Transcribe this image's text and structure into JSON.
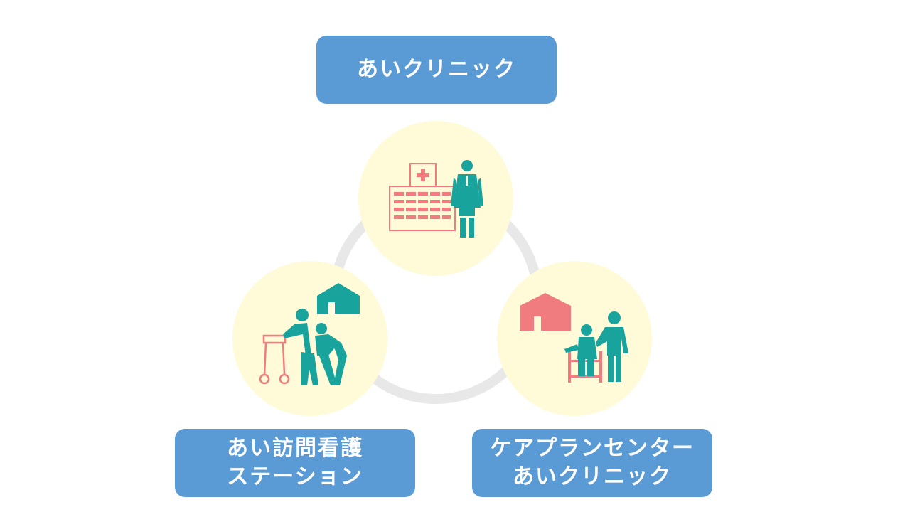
{
  "colors": {
    "label_background": "#5b9bd5",
    "label_text": "#ffffff",
    "node_circle": "#fffbd9",
    "connector_ring": "#e8e8e8",
    "icon_teal": "#18a39c",
    "icon_pink": "#f07c7f"
  },
  "nodes": [
    {
      "id": "clinic",
      "label_lines": [
        "あいクリニック"
      ],
      "icon": "hospital-and-doctor-icon"
    },
    {
      "id": "visiting-nurse",
      "label_lines": [
        "あい訪問看護",
        "ステーション"
      ],
      "icon": "caregiver-assisting-walker-icon"
    },
    {
      "id": "care-plan-center",
      "label_lines": [
        "ケアプランセンター",
        "あいクリニック"
      ],
      "icon": "caregiver-with-wheelchair-icon"
    }
  ]
}
